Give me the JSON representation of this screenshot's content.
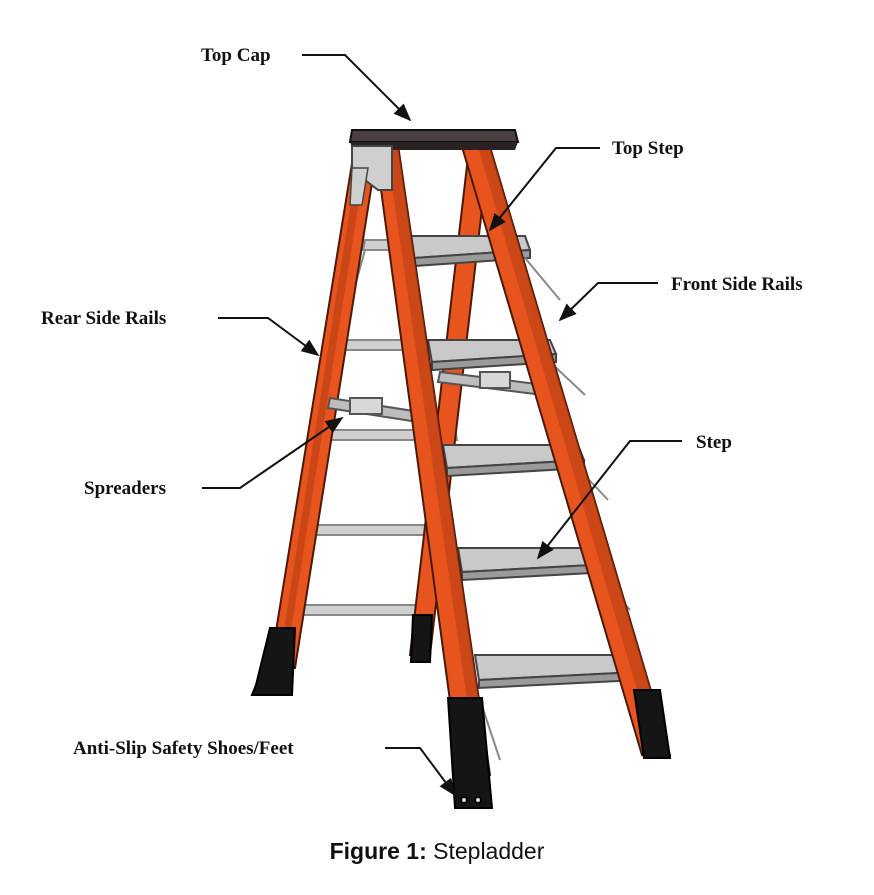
{
  "labels": {
    "top_cap": "Top Cap",
    "top_step": "Top Step",
    "front_side_rails": "Front Side Rails",
    "rear_side_rails": "Rear Side Rails",
    "step": "Step",
    "spreaders": "Spreaders",
    "shoes": "Anti-Slip Safety Shoes/Feet"
  },
  "caption": {
    "prefix": "Figure 1:",
    "text": "Stepladder"
  },
  "colors": {
    "rail_orange": "#e8541e",
    "rail_shadow": "#b53d12",
    "step_gray": "#c9c9c9",
    "shoe_black": "#151515",
    "cap_dark": "#4a4040"
  }
}
